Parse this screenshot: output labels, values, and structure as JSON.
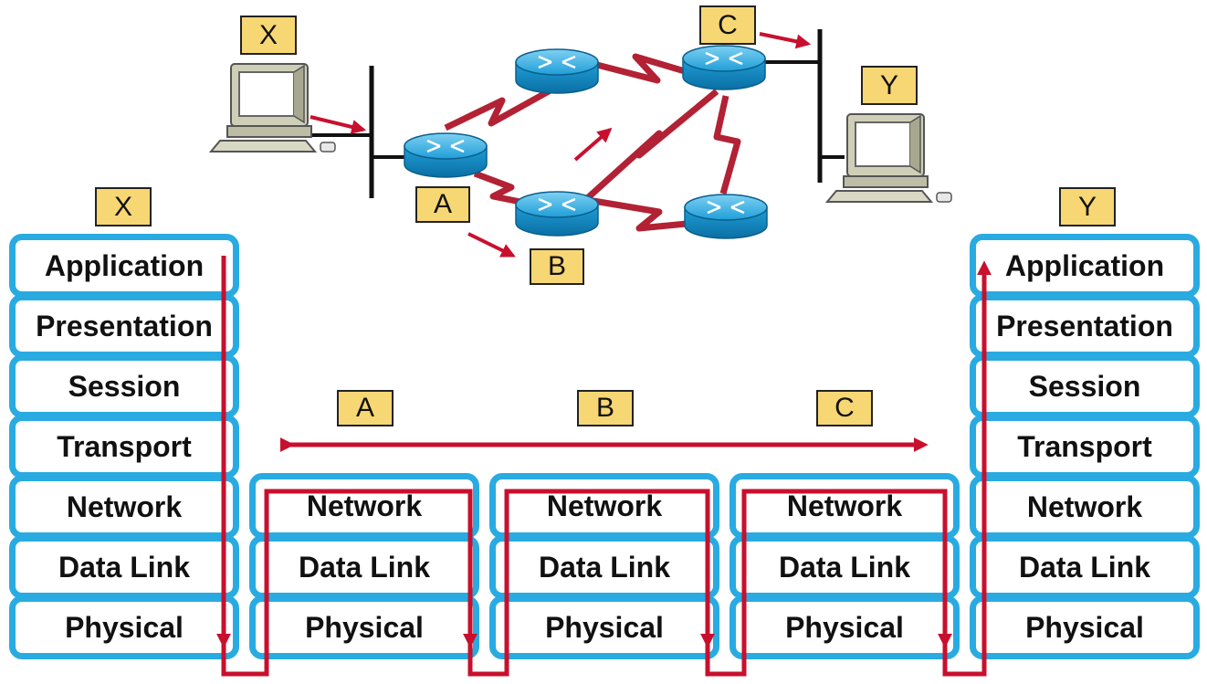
{
  "diagram": {
    "colors": {
      "layer_border": "#29abe2",
      "path": "#c8102e",
      "tag_fill": "#f7d774",
      "router": "#1f9fd8"
    },
    "top_network": {
      "tags": {
        "x": "X",
        "y": "Y",
        "a": "A",
        "b": "B",
        "c": "C"
      },
      "icons": [
        "computer-x-icon",
        "computer-y-icon",
        "router-a-icon",
        "router-b-icon",
        "router-c-icon",
        "router-top-icon",
        "router-bottom-right-icon"
      ]
    },
    "stacks": {
      "host_x": {
        "tag": "X",
        "layers": [
          "Application",
          "Presentation",
          "Session",
          "Transport",
          "Network",
          "Data Link",
          "Physical"
        ]
      },
      "host_y": {
        "tag": "Y",
        "layers": [
          "Application",
          "Presentation",
          "Session",
          "Transport",
          "Network",
          "Data Link",
          "Physical"
        ]
      },
      "router_a": {
        "tag": "A",
        "layers": [
          "Network",
          "Data Link",
          "Physical"
        ]
      },
      "router_b": {
        "tag": "B",
        "layers": [
          "Network",
          "Data Link",
          "Physical"
        ]
      },
      "router_c": {
        "tag": "C",
        "layers": [
          "Network",
          "Data Link",
          "Physical"
        ]
      }
    }
  }
}
